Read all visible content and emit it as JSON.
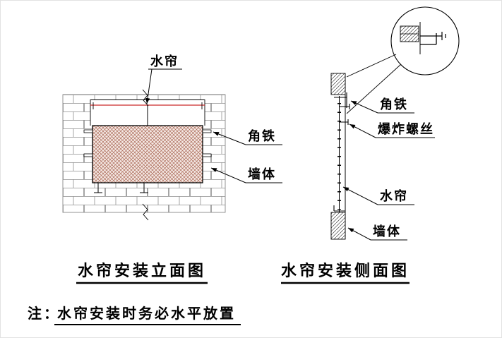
{
  "elevation": {
    "title": "水帘安装立面图",
    "labels": {
      "water_curtain": "水帘",
      "angle_iron": "角铁",
      "wall": "墙体"
    }
  },
  "side_view": {
    "title": "水帘安装侧面图",
    "labels": {
      "angle_iron": "角铁",
      "expansion_bolt": "爆炸螺丝",
      "water_curtain": "水帘",
      "wall": "墙体"
    }
  },
  "note": {
    "prefix": "注：",
    "text": "水帘安装时务必水平放置"
  },
  "colors": {
    "line": "#000000",
    "brick_line": "#8f8f8f",
    "red_accent": "#cc2a2a",
    "curtain_hatch": "#aa6a58",
    "curtain_fill": "#f6eae6",
    "background": "#ffffff"
  }
}
